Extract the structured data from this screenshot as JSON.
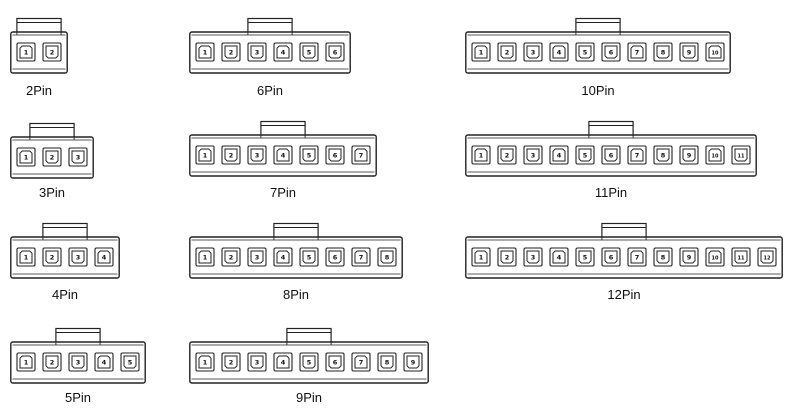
{
  "diagram": {
    "connectors": [
      {
        "id": "c2",
        "pins": 2,
        "label": "2Pin"
      },
      {
        "id": "c3",
        "pins": 3,
        "label": "3Pin"
      },
      {
        "id": "c4",
        "pins": 4,
        "label": "4Pin"
      },
      {
        "id": "c5",
        "pins": 5,
        "label": "5Pin"
      },
      {
        "id": "c6",
        "pins": 6,
        "label": "6Pin"
      },
      {
        "id": "c7",
        "pins": 7,
        "label": "7Pin"
      },
      {
        "id": "c8",
        "pins": 8,
        "label": "8Pin"
      },
      {
        "id": "c9",
        "pins": 9,
        "label": "9Pin"
      },
      {
        "id": "c10",
        "pins": 10,
        "label": "10Pin"
      },
      {
        "id": "c11",
        "pins": 11,
        "label": "11Pin"
      },
      {
        "id": "c12",
        "pins": 12,
        "label": "12Pin"
      }
    ],
    "colors": {
      "line": "#222222",
      "fill": "#ffffff",
      "text": "#111111"
    }
  }
}
